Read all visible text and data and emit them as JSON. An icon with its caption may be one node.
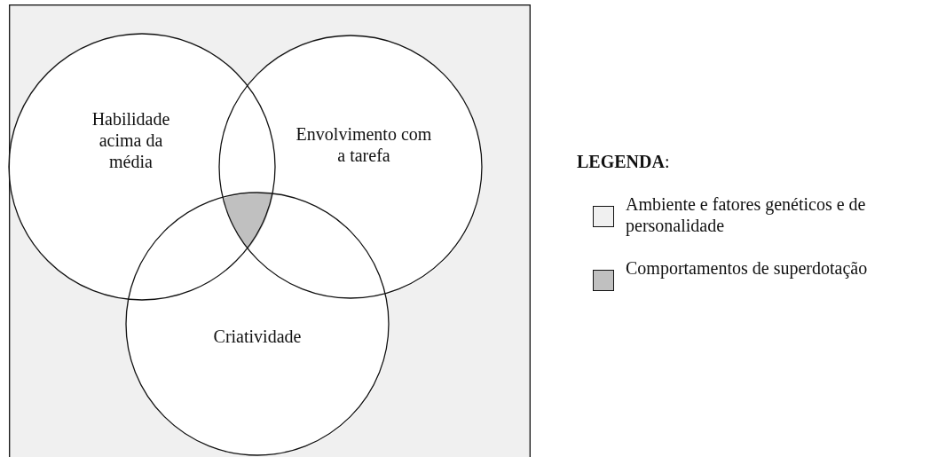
{
  "diagram": {
    "nodes": [
      {
        "text": [],
        "shape": "box"
      },
      {
        "text": [
          "Habilidade acima da média"
        ],
        "in": 0
      },
      {
        "text": [
          "Envolvimento com a tarefa"
        ],
        "in": 0
      },
      {
        "text": [
          "Criatividade"
        ],
        "in": 0
      }
    ],
    "labels": [
      "**LEGENDA**:"
    ],
    "legend": [
      {
        "text": "Ambiente e fatores genéticos e de personalidade",
        "color": "#f0f0f0"
      },
      {
        "text": "Comportamentos de superdotação",
        "color": "#c0c0c0"
      }
    ]
  }
}
